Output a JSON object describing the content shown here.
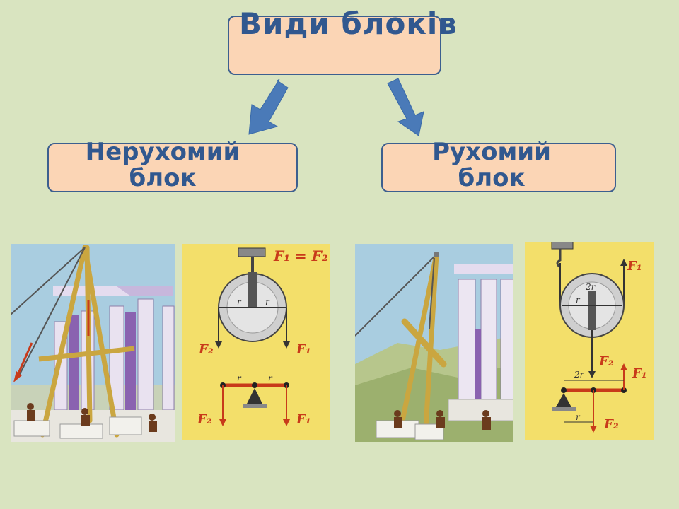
{
  "title": "Види блоків",
  "left_box": {
    "line1": "Нерухомий",
    "line2": "блок"
  },
  "right_box": {
    "line1": "Рухомий",
    "line2": "блок"
  },
  "fixed_diagram": {
    "eq": "F₁ = F₂",
    "r": "r",
    "f2": "F₂",
    "f1": "F₁"
  },
  "movable_diagram": {
    "r2": "2r",
    "r": "r",
    "f1": "F₁",
    "f2": "F₂"
  },
  "colors": {
    "background": "#d9e4c0",
    "box_fill": "#fbd5b5",
    "box_border": "#3c5f8f",
    "text": "#31588f",
    "arrow": "#4a7ab8",
    "panel": "#f3df6a",
    "force": "#c83a1a"
  }
}
